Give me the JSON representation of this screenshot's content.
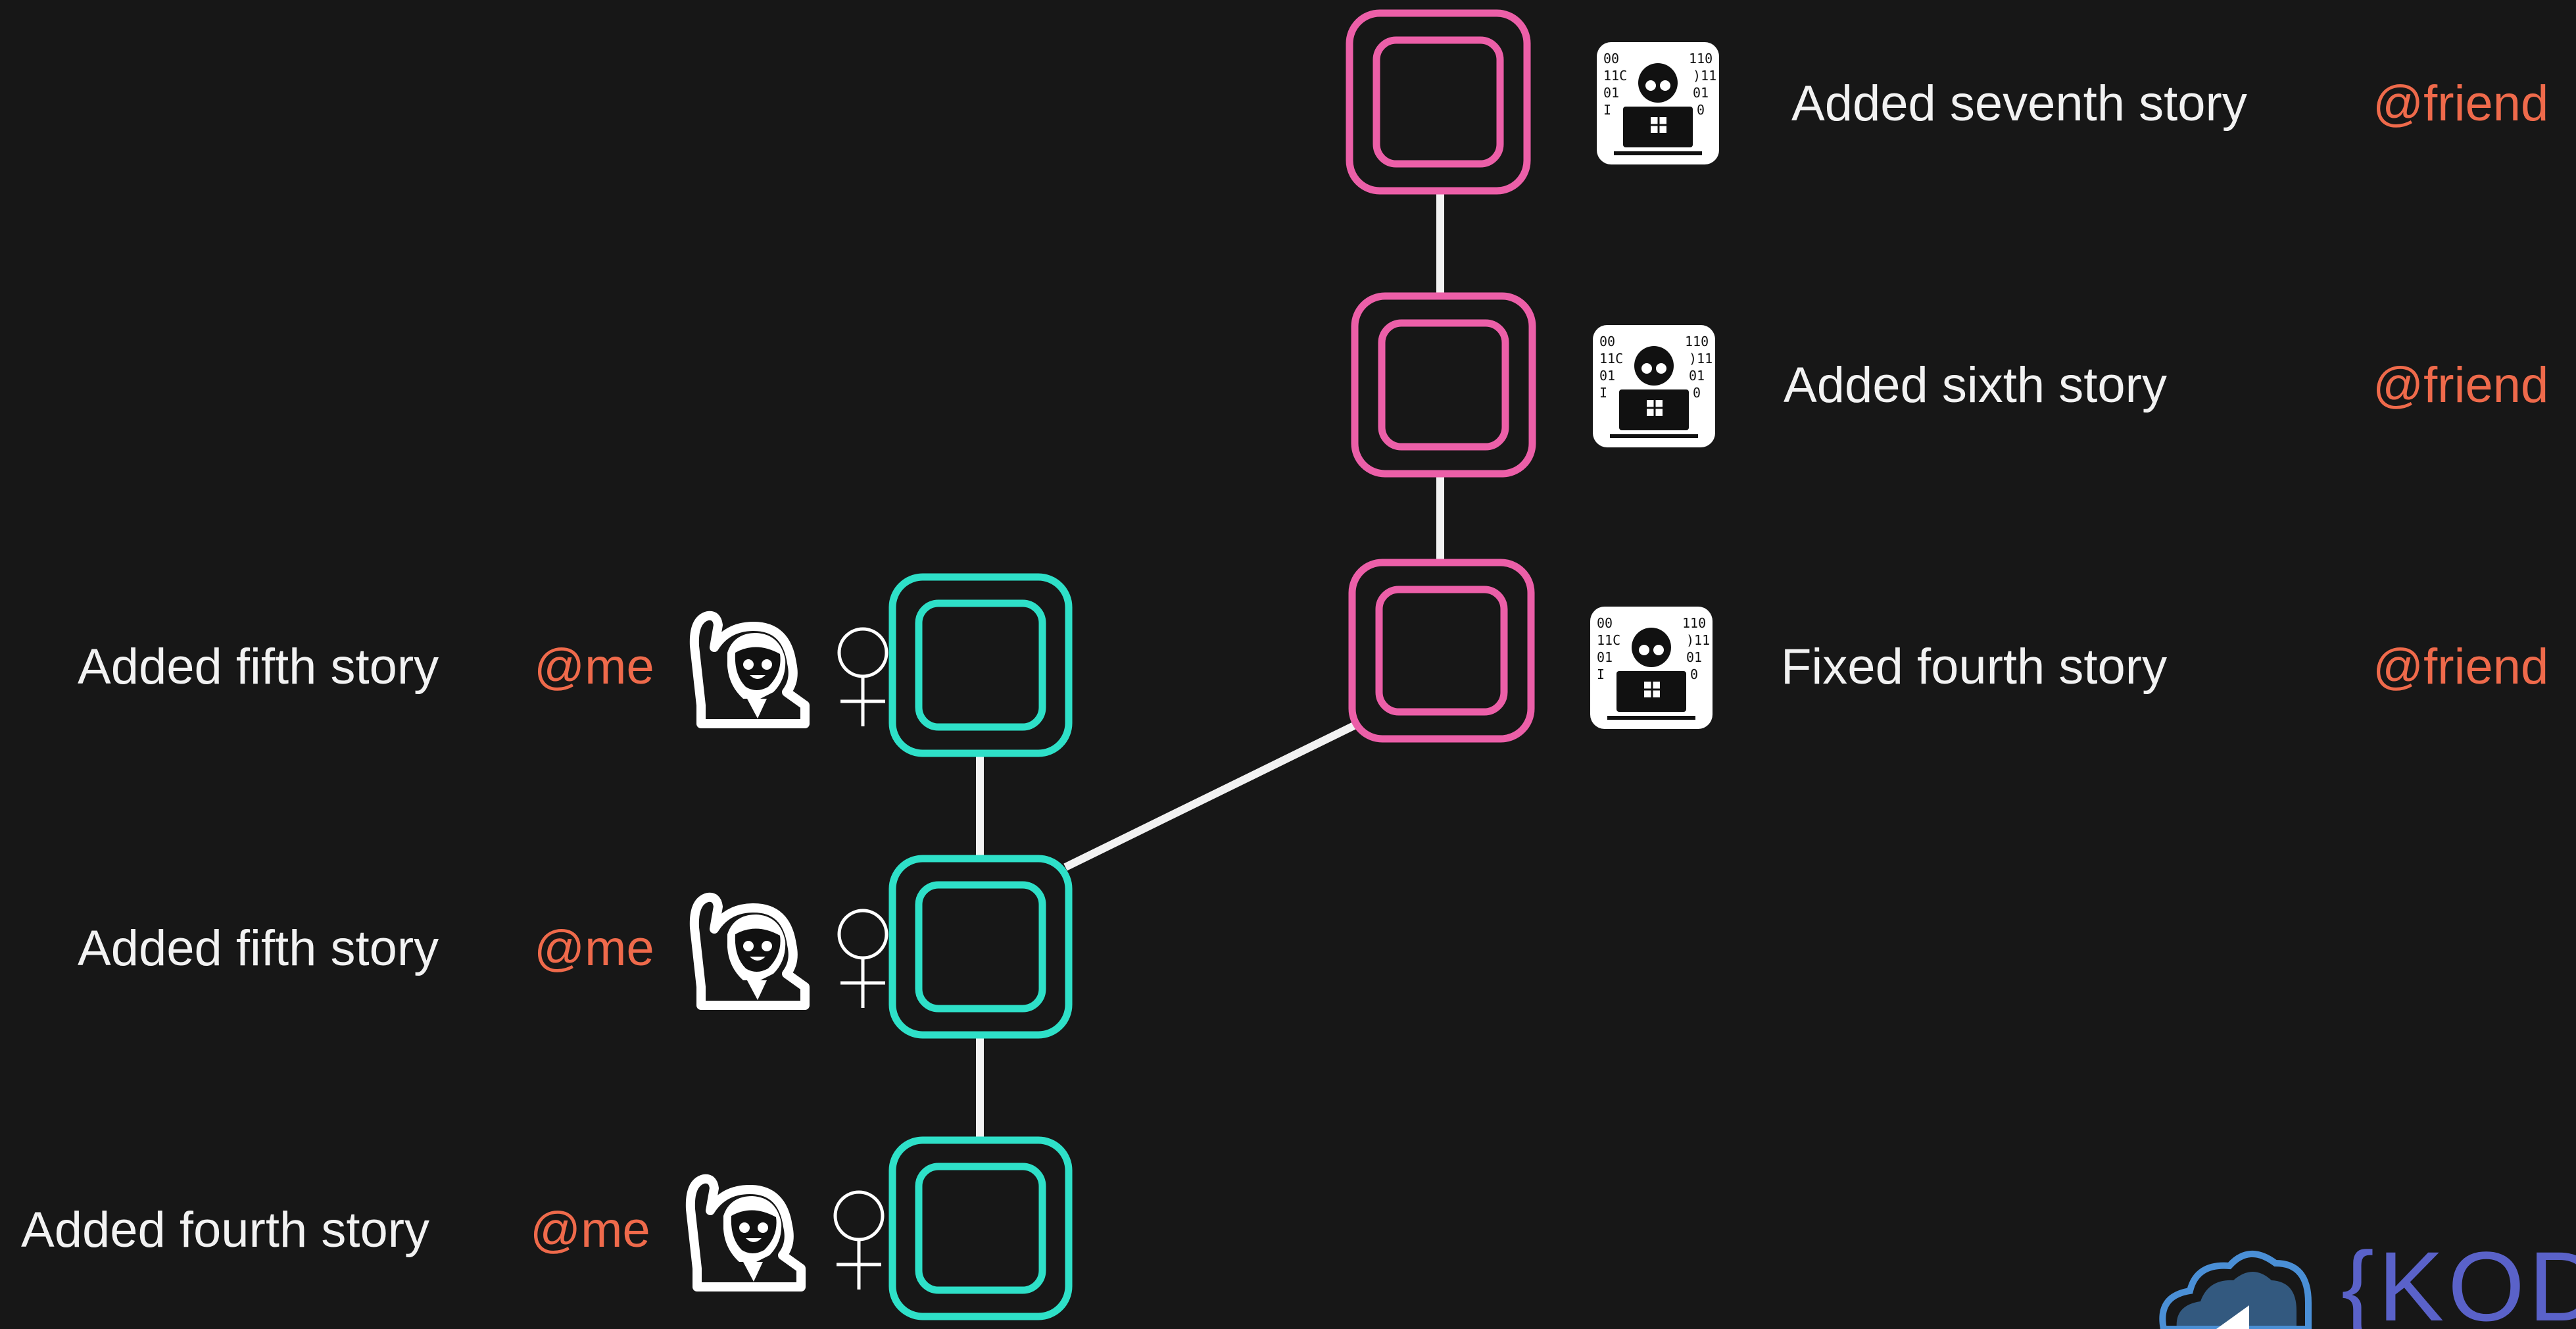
{
  "colors": {
    "background": "#171717",
    "me_branch": "#2ee0c8",
    "friend_branch": "#ec5fa8",
    "handle": "#ef6a4b",
    "connector": "#f2f2f2",
    "brand": "#5a62c9"
  },
  "friend_commits": [
    {
      "message": "Added seventh story",
      "author": "@friend",
      "avatar_icon": "developer-laptop-icon"
    },
    {
      "message": "Added sixth story",
      "author": "@friend",
      "avatar_icon": "developer-laptop-icon"
    },
    {
      "message": "Fixed fourth story",
      "author": "@friend",
      "avatar_icon": "developer-laptop-icon"
    }
  ],
  "me_commits": [
    {
      "message": "Added fifth story",
      "author": "@me",
      "avatar_icon": "woman-raising-hand-icon",
      "gender_icon": "female-sign-icon"
    },
    {
      "message": "Added fifth story",
      "author": "@me",
      "avatar_icon": "woman-raising-hand-icon",
      "gender_icon": "female-sign-icon"
    },
    {
      "message": "Added fourth story",
      "author": "@me",
      "avatar_icon": "woman-raising-hand-icon",
      "gender_icon": "female-sign-icon"
    }
  ],
  "brand": {
    "text": "{KODE",
    "icon": "cloud-logo-icon"
  }
}
